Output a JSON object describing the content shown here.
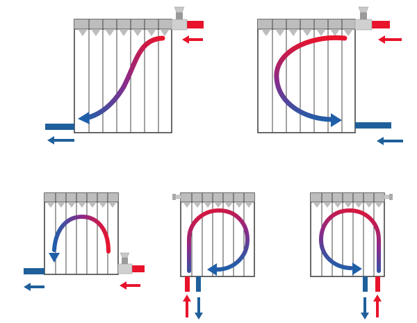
{
  "colors": {
    "hot": "#e8132b",
    "cold": "#1f5fa8",
    "pipe_hot": "#e8132b",
    "pipe_cold": "#1f5f9a",
    "outline": "#444444",
    "header": "#bdbdbd",
    "valve": "#9a9a9a",
    "background": "#ffffff"
  },
  "diagrams": [
    {
      "id": "diagonal-top-right-supply",
      "supply": "top-right",
      "return": "bottom-left",
      "flow": "s-curve"
    },
    {
      "id": "side-right-connection",
      "supply": "top-right",
      "return": "bottom-right",
      "flow": "c-curve"
    },
    {
      "id": "bottom-crossed-connection",
      "supply": "bottom-right",
      "return": "bottom-left",
      "flow": "arch"
    },
    {
      "id": "bottom-vertical-supply-left",
      "supply": "bottom-left",
      "return": "bottom-center",
      "flow": "loop"
    },
    {
      "id": "bottom-vertical-supply-right",
      "supply": "bottom-right",
      "return": "bottom-left",
      "flow": "loop-mirror"
    }
  ]
}
